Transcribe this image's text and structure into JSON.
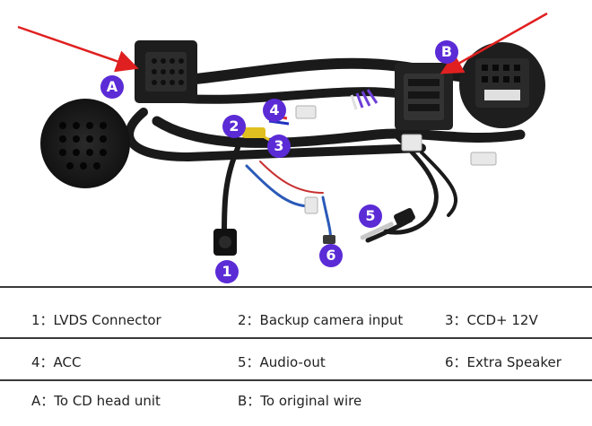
{
  "badges": {
    "a": "A",
    "b": "B",
    "n1": "1",
    "n2": "2",
    "n3": "3",
    "n4": "4",
    "n5": "5",
    "n6": "6"
  },
  "legend": {
    "row1": [
      "1：LVDS Connector",
      "2：Backup camera input",
      "3：CCD+ 12V"
    ],
    "row2": [
      "4：ACC",
      "5：Audio-out",
      "6：Extra Speaker"
    ],
    "row3": [
      "A：To CD head unit",
      "B：To original wire"
    ]
  },
  "colors": {
    "badge": "#5b2bd6",
    "arrow": "#e02020",
    "cable": "#1a1a1a",
    "rule": "#3a3a3a"
  }
}
